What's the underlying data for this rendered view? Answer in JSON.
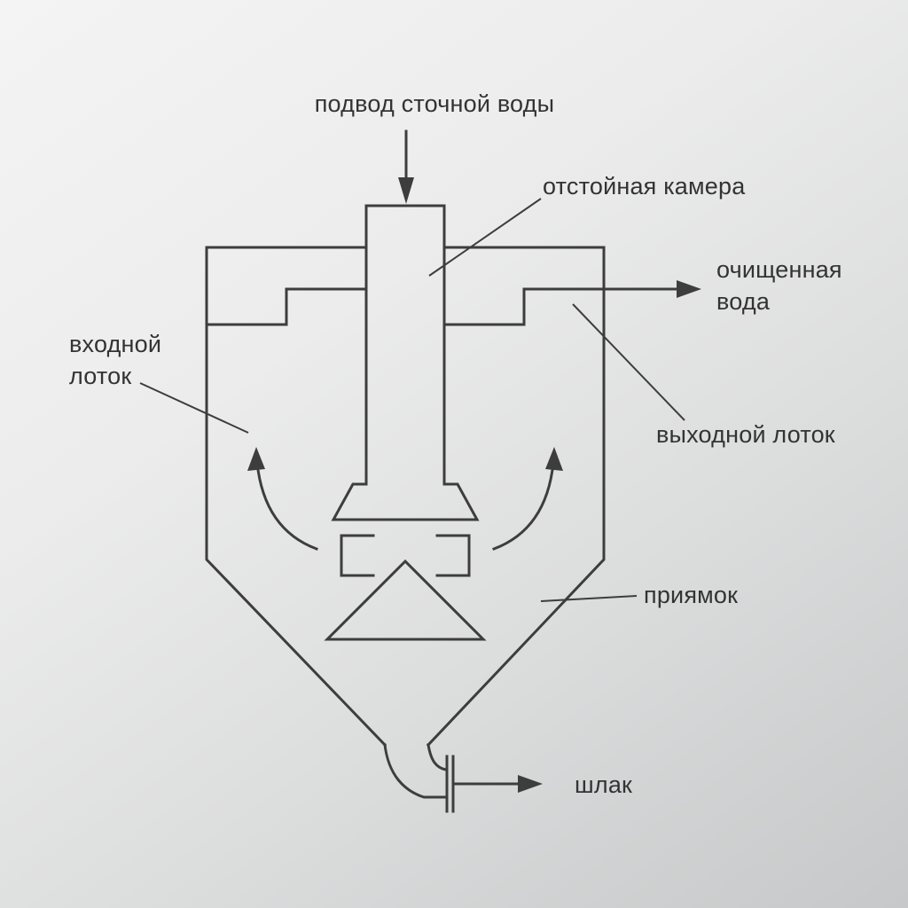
{
  "diagram": {
    "type": "schematic",
    "subject": "vertical settling tank (clarifier) schematic",
    "labels": {
      "wastewater_inlet": "подвод сточной воды",
      "settling_chamber": "отстойная камера",
      "purified_water": "очищенная вода",
      "inlet_tray": "входной лоток",
      "outlet_tray": "выходной лоток",
      "sump": "приямок",
      "slag": "шлак"
    },
    "colors": {
      "line": "#3d3d3d",
      "text": "#333333",
      "background_light": "#f4f4f4",
      "background_dark": "#c6c8c9"
    }
  }
}
